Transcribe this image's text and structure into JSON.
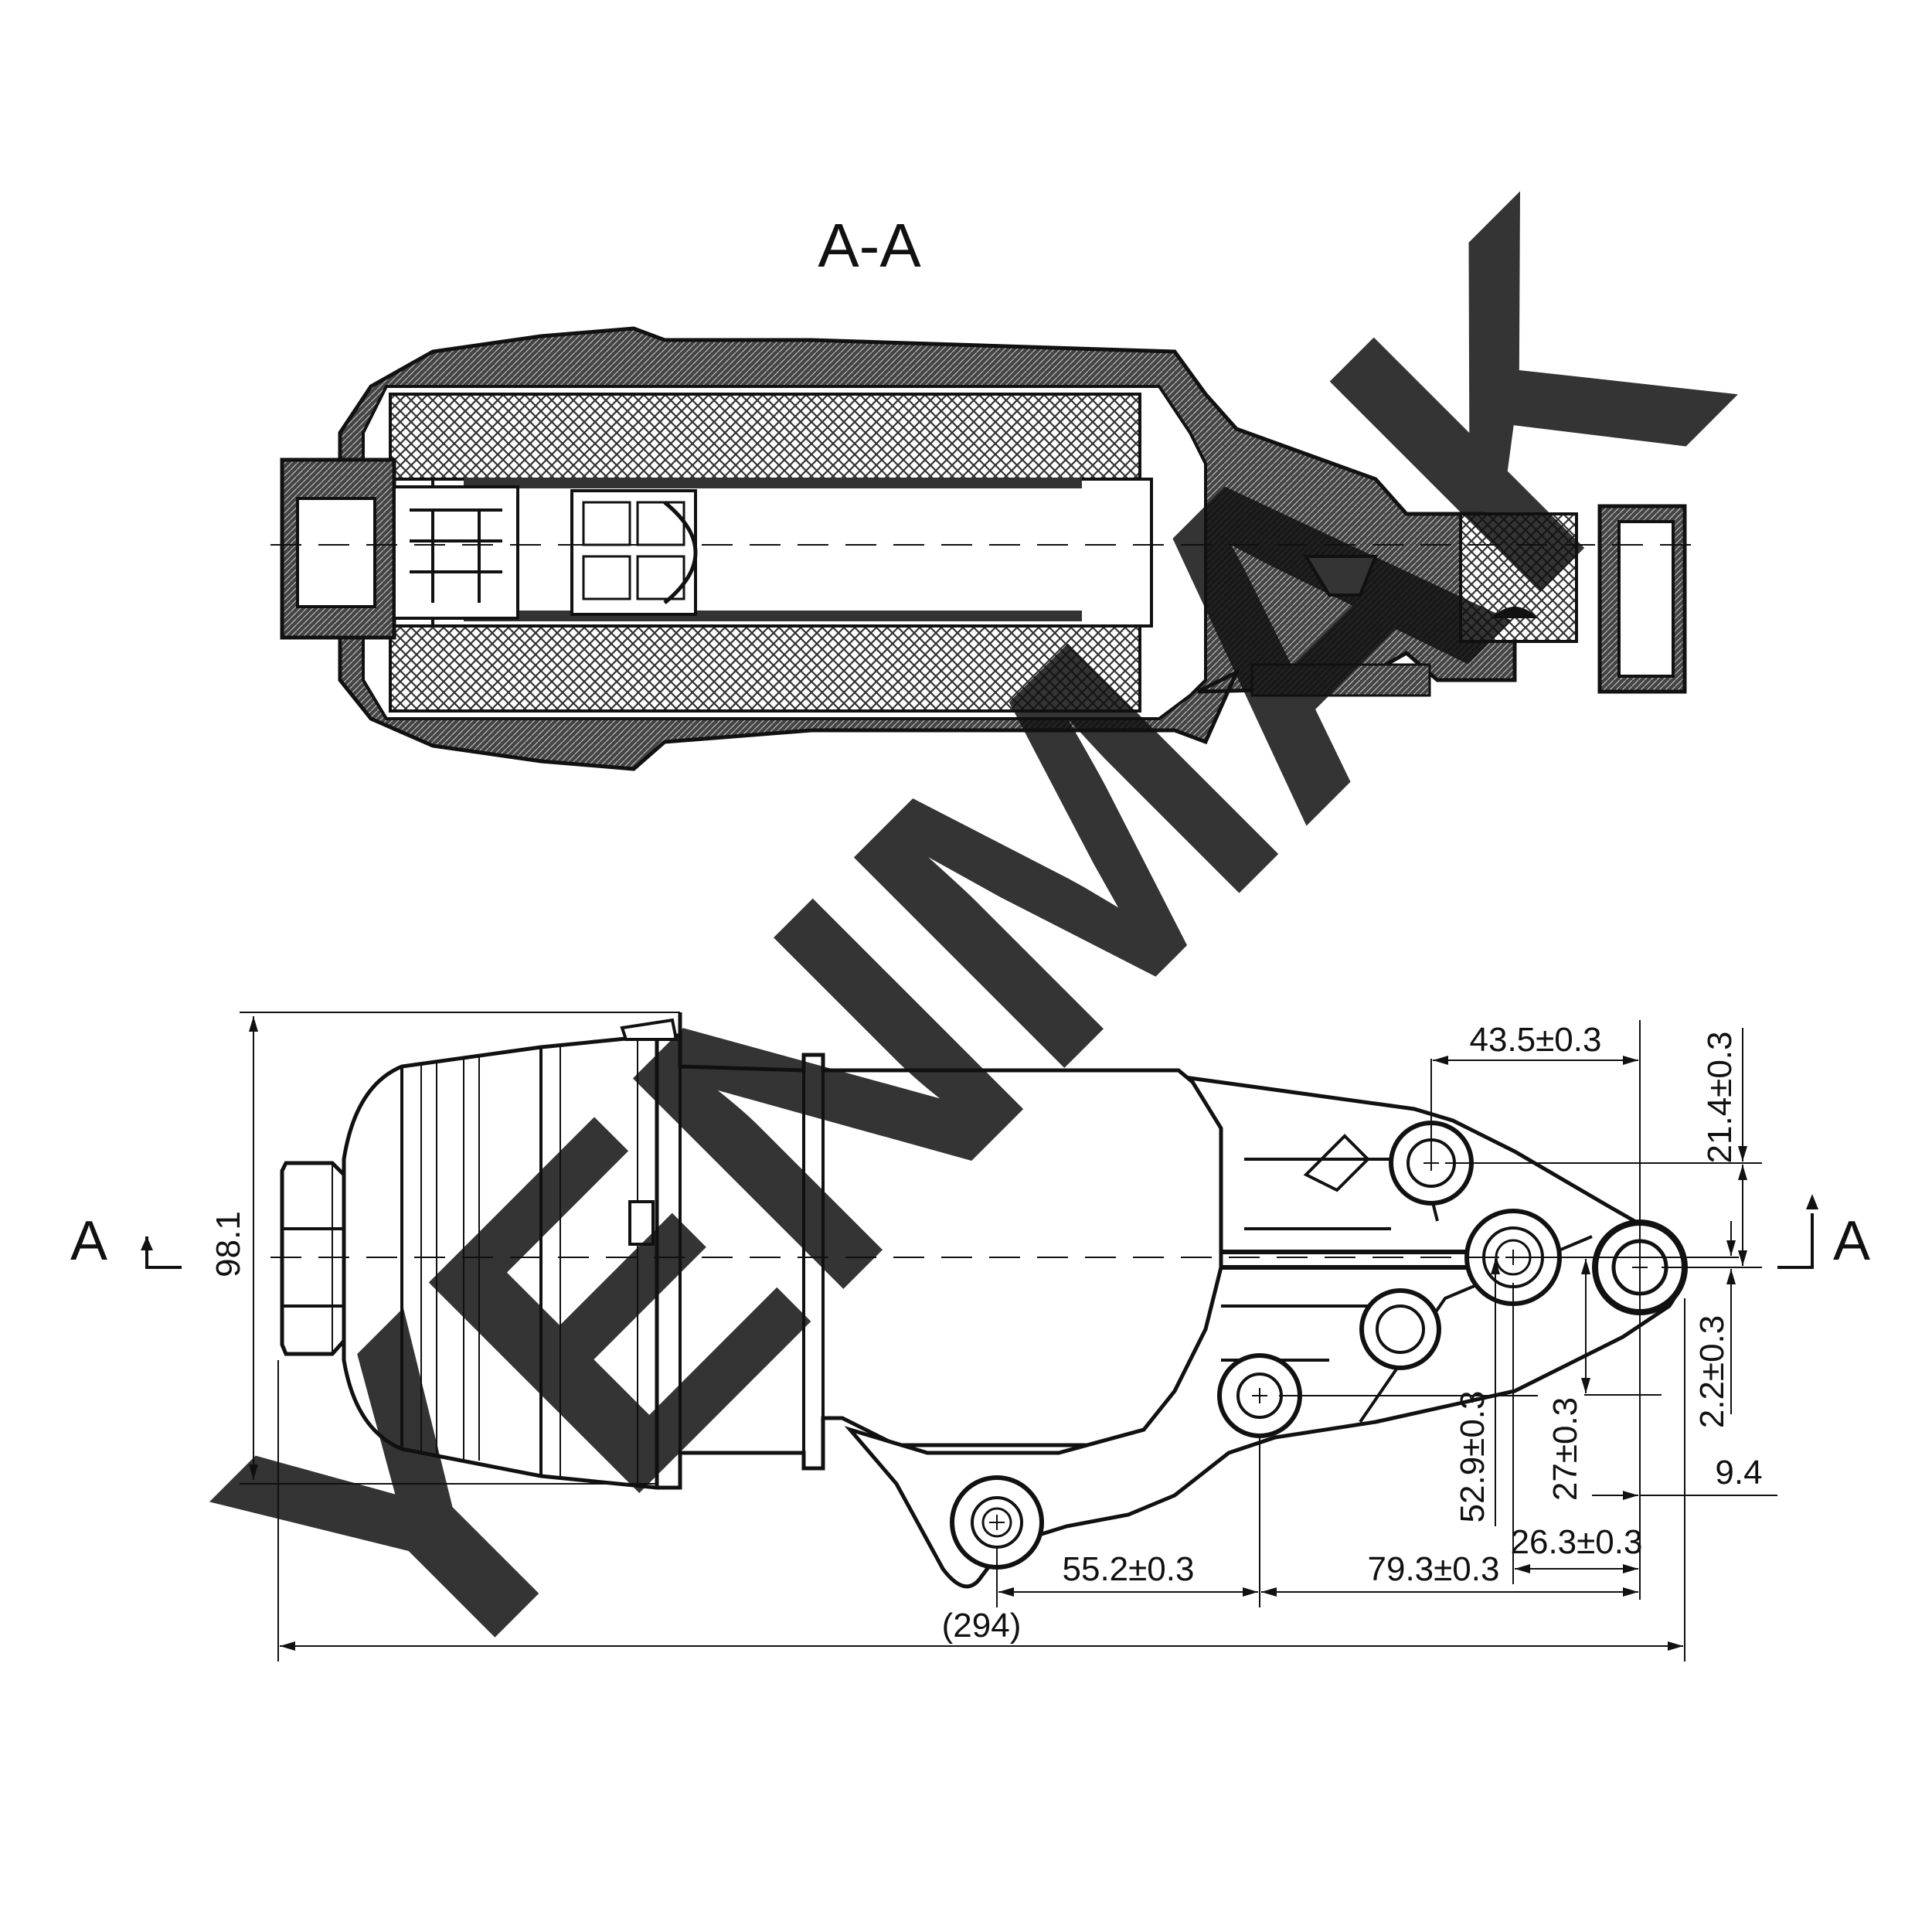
{
  "watermark": {
    "text": "YENMAK",
    "color": "#d9d9d9"
  },
  "section_view": {
    "title": "A-A"
  },
  "side_view": {
    "section_marker_left": "A",
    "section_marker_right": "A",
    "dimensions": {
      "height_overall": "98.1",
      "length_overall": "(294)",
      "hole_h_43": "43.5±0.3",
      "hole_v_21": "21.4±0.3",
      "hole_v_2": "2.2±0.3",
      "hole_v_27": "27±0.3",
      "hole_v_52": "52.9±0.3",
      "offset_9": "9.4",
      "hole_h_26": "26.3±0.3",
      "hole_h_55": "55.2±0.3",
      "hole_h_79": "79.3±0.3"
    }
  },
  "colors": {
    "ink": "#111111",
    "hatch": "#555555",
    "background": "#ffffff"
  }
}
